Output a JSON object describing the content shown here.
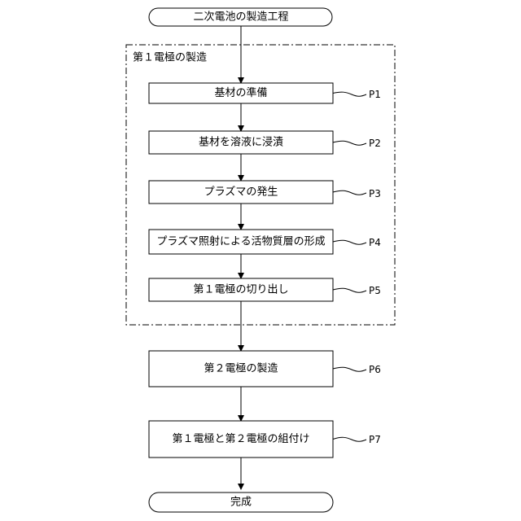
{
  "diagram": {
    "start": "二次電池の製造工程",
    "group_label": "第１電極の製造",
    "steps": [
      {
        "text": "基材の準備",
        "label": "P1"
      },
      {
        "text": "基材を溶液に浸漬",
        "label": "P2"
      },
      {
        "text": "プラズマの発生",
        "label": "P3"
      },
      {
        "text": "プラズマ照射による活物質層の形成",
        "label": "P4"
      },
      {
        "text": "第１電極の切り出し",
        "label": "P5"
      },
      {
        "text": "第２電極の製造",
        "label": "P6"
      },
      {
        "text": "第１電極と第２電極の組付け",
        "label": "P7"
      }
    ],
    "end": "完成"
  }
}
